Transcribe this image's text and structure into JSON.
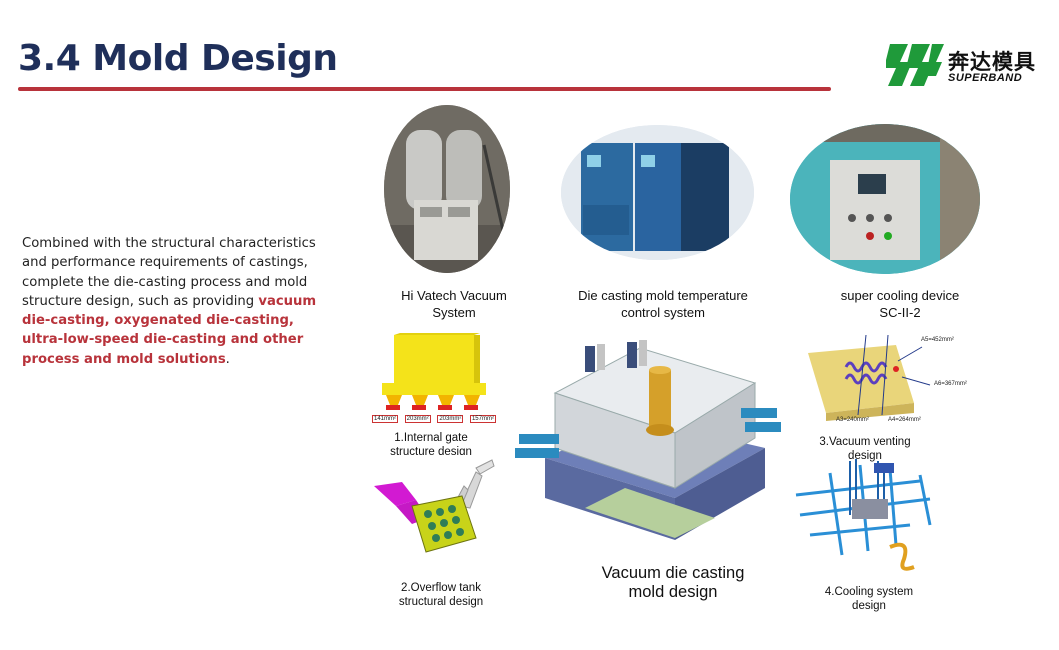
{
  "header": {
    "title": "3.4  Mold Design",
    "logo_cn": "奔达模具",
    "logo_en": "SUPERBAND"
  },
  "description": {
    "plain": "Combined with the structural characteristics and performance requirements of castings, complete the die-casting process and mold structure design, such as providing ",
    "highlight": "vacuum die-casting, oxygenated die-casting, ultra-low-speed die-casting and other process and mold solutions",
    "end": "."
  },
  "photos": [
    {
      "caption_line1": "Hi Vatech Vacuum",
      "caption_line2": "System"
    },
    {
      "caption_line1": "Die casting mold temperature",
      "caption_line2": "control system"
    },
    {
      "caption_line1": "super cooling device",
      "caption_line2": "SC-II-2"
    }
  ],
  "designs": {
    "gate": {
      "caption_line1": "1.Internal gate",
      "caption_line2": "structure design",
      "labels": [
        "141mm²",
        "203mm²",
        "203mm²",
        "157mm²"
      ]
    },
    "overflow": {
      "caption_line1": "2.Overflow tank",
      "caption_line2": "structural design"
    },
    "vacuum_mold": {
      "caption_line1": "Vacuum die casting",
      "caption_line2": "mold design"
    },
    "venting": {
      "caption_line1": "3.Vacuum venting",
      "caption_line2": "design",
      "labels": {
        "a5": "A5=452mm²",
        "a6": "A6=367mm²",
        "a3": "A3=240mm²",
        "a4": "A4=264mm²"
      }
    },
    "cooling": {
      "caption_line1": "4.Cooling system",
      "caption_line2": "design"
    }
  },
  "colors": {
    "title": "#1f2f5a",
    "accent": "#b8333b",
    "logo_green": "#1f9a3a"
  }
}
